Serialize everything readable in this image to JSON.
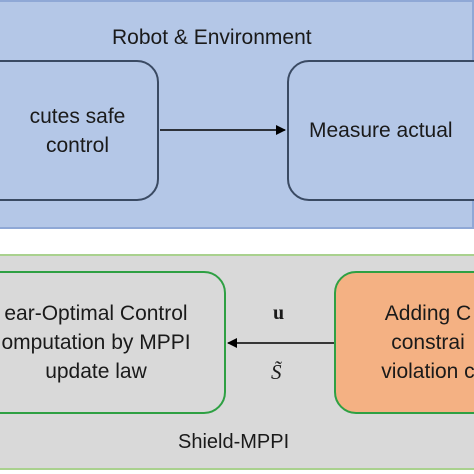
{
  "top_group": {
    "title": "Robot & Environment",
    "left_box": {
      "line1": "cutes safe",
      "line2": "control"
    },
    "right_box": {
      "line1": "Measure actual"
    }
  },
  "bottom_group": {
    "title": "Shield-MPPI",
    "left_box": {
      "line1": "ear-Optimal Control",
      "line2": "omputation by MPPI",
      "line3": "update law"
    },
    "right_box": {
      "line1": "Adding C",
      "line2": "constrai",
      "line3": "violation c"
    },
    "arrow_labels": {
      "top": "u",
      "bottom": "S̃"
    }
  },
  "colors": {
    "blue_fill": "#b4c7e7",
    "gray_fill": "#d9d9d9",
    "orange_fill": "#f4b183",
    "green_border": "#2ea043",
    "dark_border": "#3a4a63"
  }
}
